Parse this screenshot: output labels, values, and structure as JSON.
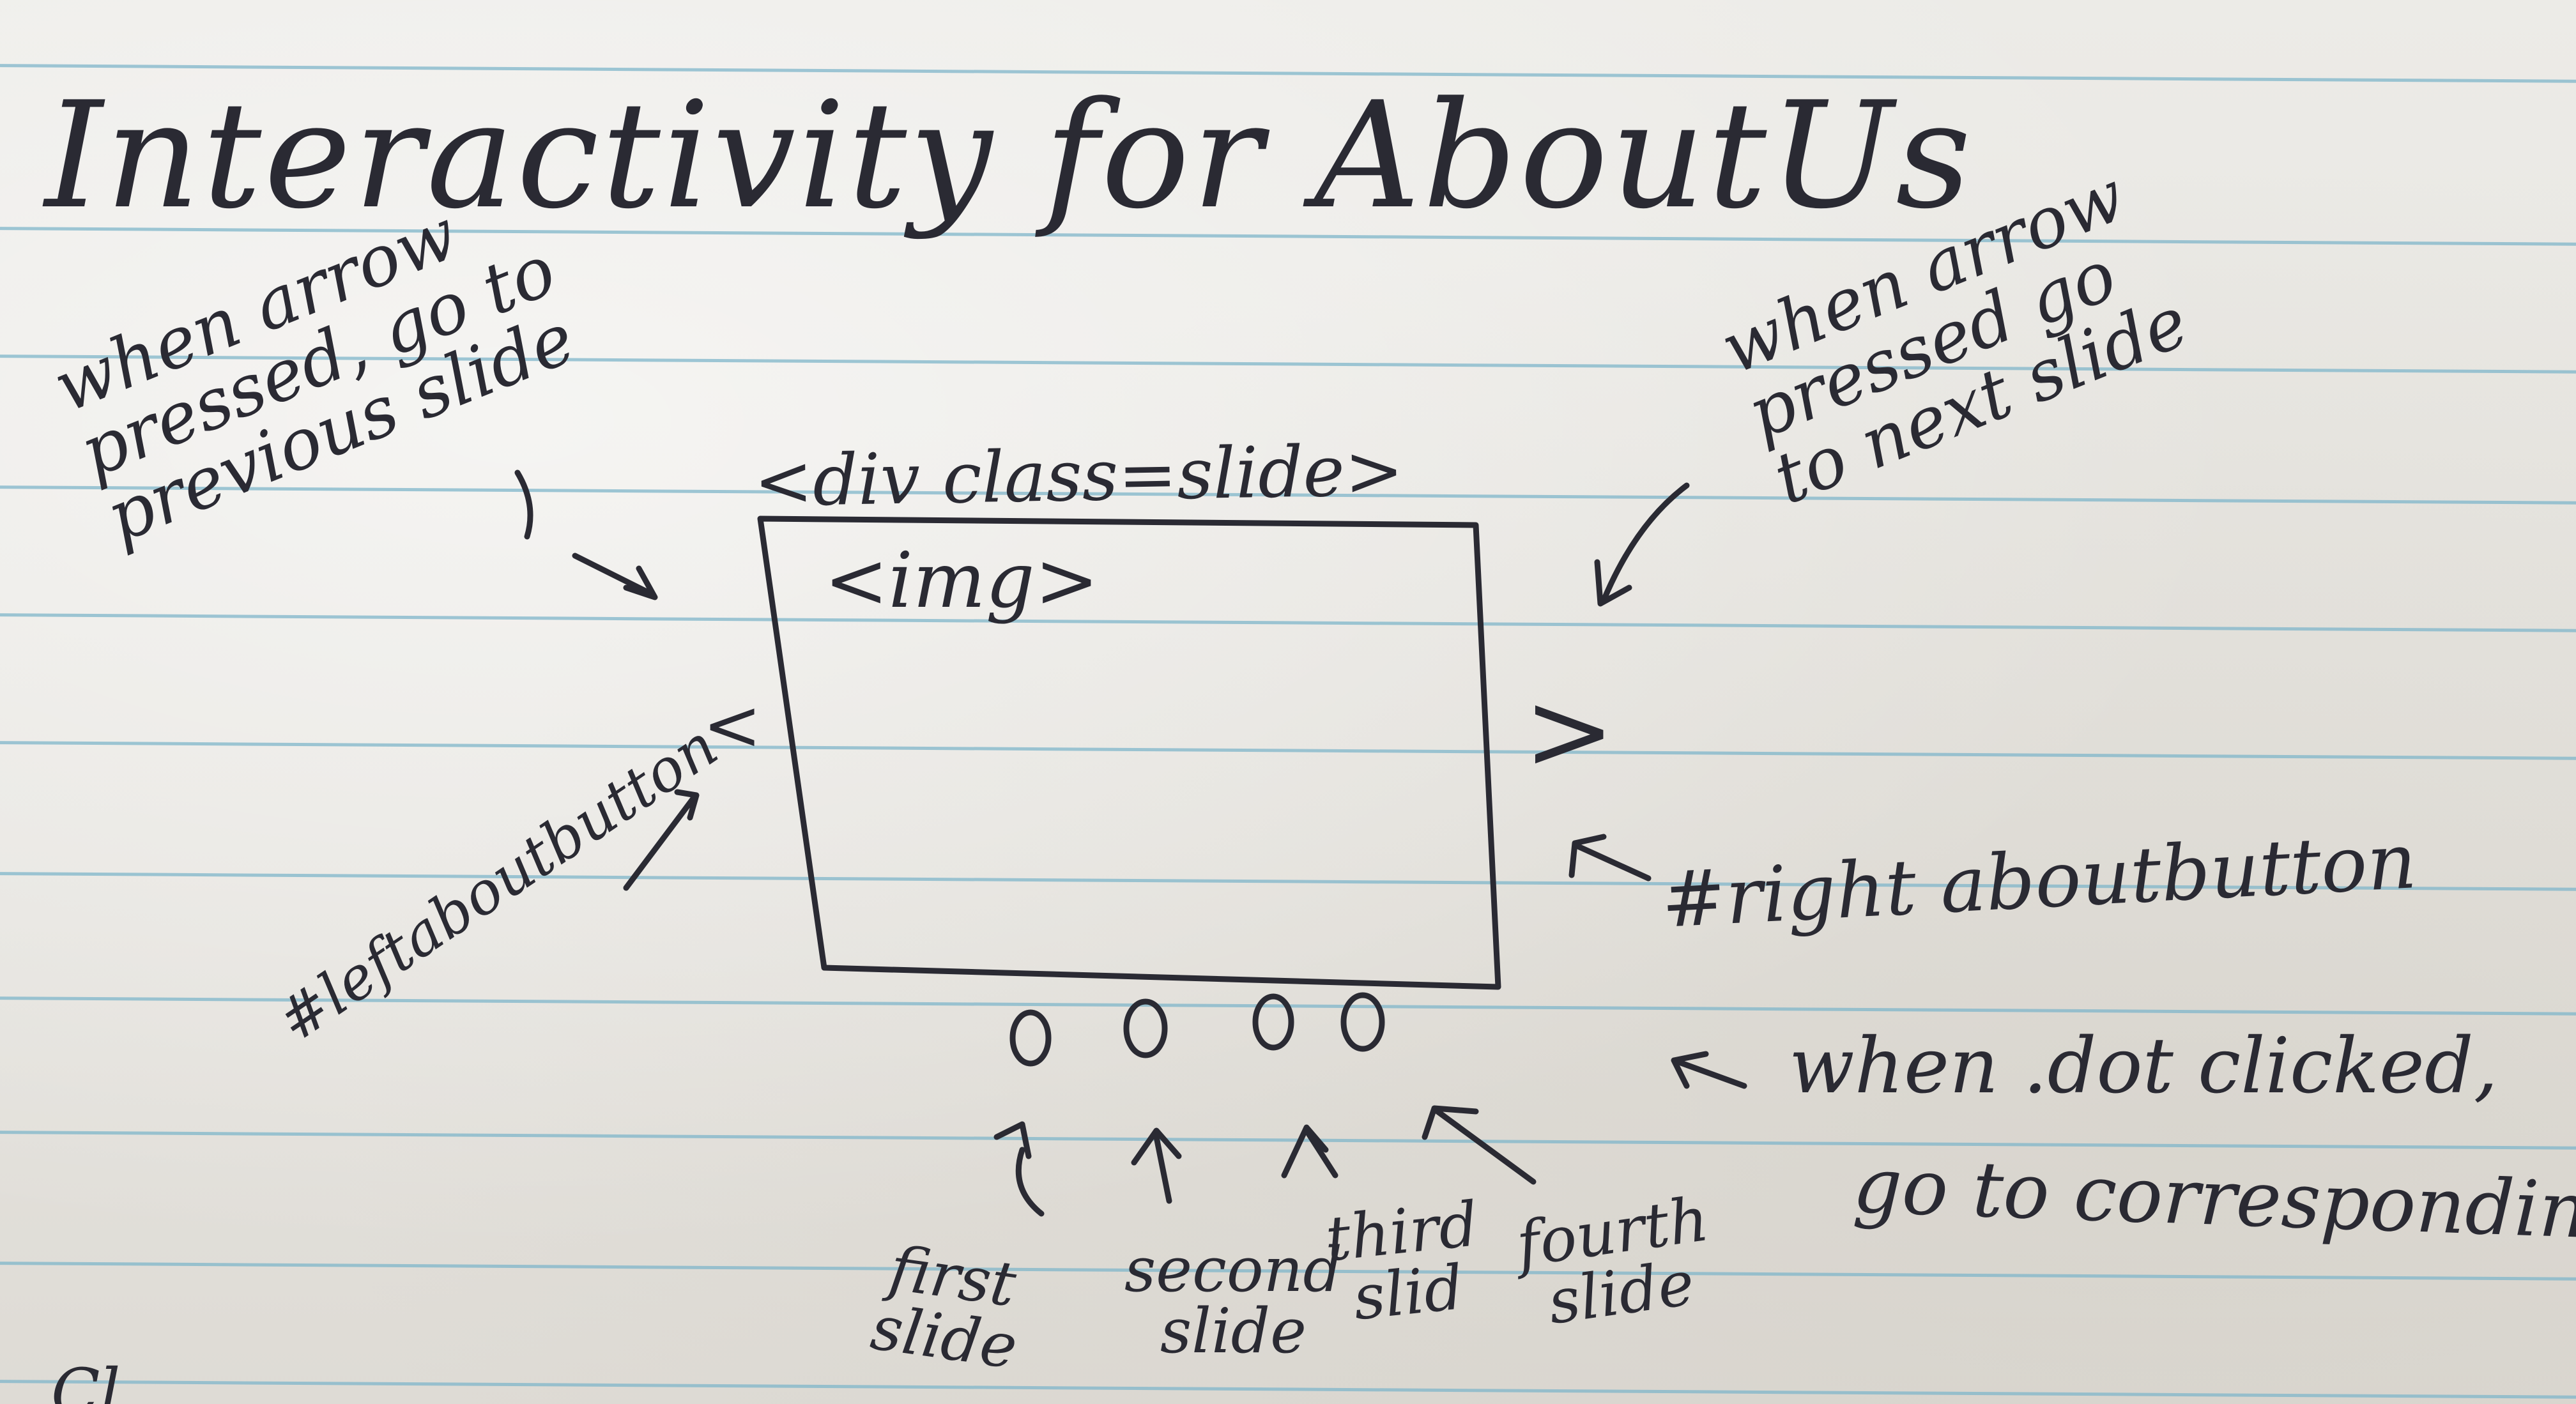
{
  "title": "Interactivity for AboutUs",
  "notes": {
    "prev_note_lines": [
      "when arrow",
      "pressed, go to",
      "previous slide"
    ],
    "next_note_lines": [
      "when arrow",
      "pressed go",
      "to next slide"
    ],
    "div_label": "<div class=slide>",
    "img_label": "<img>",
    "left_button_label": "#leftaboutbutton",
    "right_button_label": "#right aboutbutton",
    "left_arrow_glyph": "<",
    "right_arrow_glyph": ">",
    "dot_note_line1": "when .dot clicked,",
    "dot_note_line2": "go to correspondingsl",
    "cut_text": "Cl"
  },
  "slide_labels": [
    {
      "lines": [
        "first",
        "slide"
      ]
    },
    {
      "lines": [
        "second",
        "slide"
      ]
    },
    {
      "lines": [
        "third",
        "slid"
      ]
    },
    {
      "lines": [
        "fourth",
        "slide"
      ]
    }
  ],
  "colors": {
    "paper": "#e9e7e3",
    "rule_line": "#7fb6c9",
    "ink": "#2a2a33"
  }
}
